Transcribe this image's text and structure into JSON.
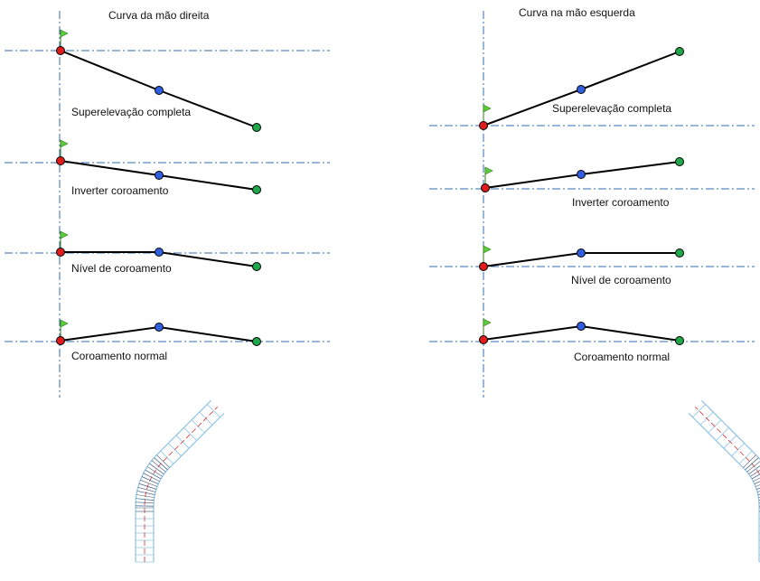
{
  "titles": {
    "right": "Curva da mão direita",
    "left": "Curva na mão esquerda"
  },
  "right_panels": [
    {
      "label": "Superelevação completa"
    },
    {
      "label": "Inverter coroamento"
    },
    {
      "label": "Nível de coroamento"
    },
    {
      "label": "Coroamento normal"
    }
  ],
  "left_panels": [
    {
      "label": "Superelevação completa"
    },
    {
      "label": "Inverter coroamento"
    },
    {
      "label": "Nível de coroamento"
    },
    {
      "label": "Coroamento normal"
    }
  ],
  "colors": {
    "axis": "#2f6db5",
    "start_point": "#e01b1b",
    "mid_point": "#2f5fe0",
    "end_point": "#1fa84a",
    "flag": "#5ecb3a",
    "road_grid": "#8fc4e6",
    "road_centerline": "#d83030"
  },
  "icons": {
    "start_marker": "flag-icon"
  }
}
